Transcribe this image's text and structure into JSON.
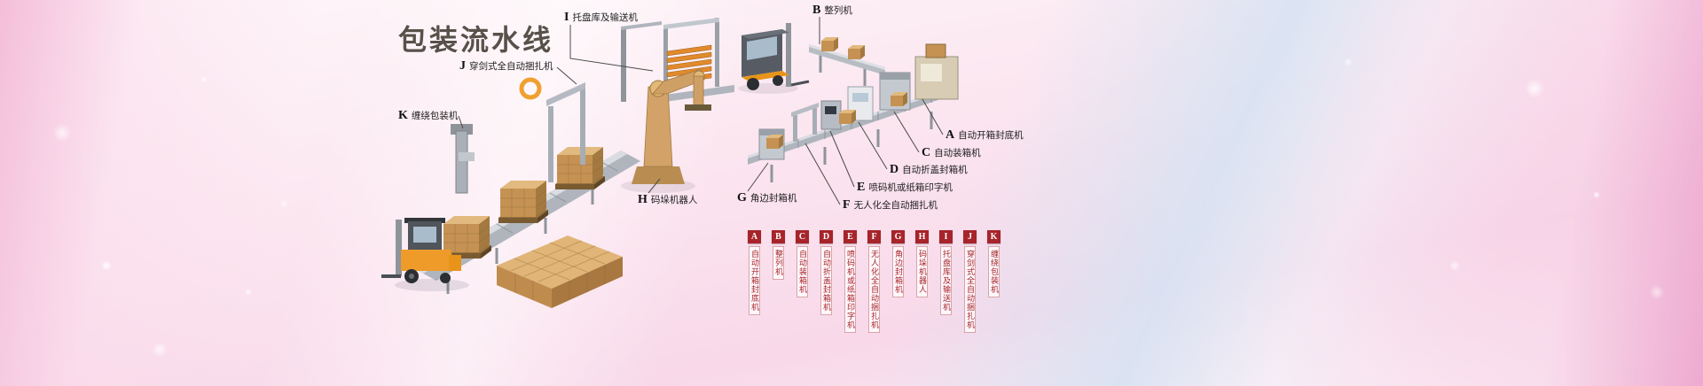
{
  "banner": {
    "title": "包装流水线"
  },
  "callouts": [
    {
      "letter": "A",
      "label": "自动开箱封底机"
    },
    {
      "letter": "B",
      "label": "整列机"
    },
    {
      "letter": "C",
      "label": "自动装箱机"
    },
    {
      "letter": "D",
      "label": "自动折盖封箱机"
    },
    {
      "letter": "E",
      "label": "喷码机或纸箱印字机"
    },
    {
      "letter": "F",
      "label": "无人化全自动捆扎机"
    },
    {
      "letter": "G",
      "label": "角边封箱机"
    },
    {
      "letter": "H",
      "label": "码垛机器人"
    },
    {
      "letter": "I",
      "label": "托盘库及输送机"
    },
    {
      "letter": "J",
      "label": "穿剑式全自动捆扎机"
    },
    {
      "letter": "K",
      "label": "缠绕包装机"
    }
  ],
  "legend": {
    "badge_color": "#a6242a",
    "items": [
      {
        "letter": "A",
        "label": "自动开箱封底机"
      },
      {
        "letter": "B",
        "label": "整列机"
      },
      {
        "letter": "C",
        "label": "自动装箱机"
      },
      {
        "letter": "D",
        "label": "自动折盖封箱机"
      },
      {
        "letter": "E",
        "label": "喷码机或纸箱印字机"
      },
      {
        "letter": "F",
        "label": "无人化全自动捆扎机"
      },
      {
        "letter": "G",
        "label": "角边封箱机"
      },
      {
        "letter": "H",
        "label": "码垛机器人"
      },
      {
        "letter": "I",
        "label": "托盘库及输送机"
      },
      {
        "letter": "J",
        "label": "穿剑式全自动捆扎机"
      },
      {
        "letter": "K",
        "label": "缠绕包装机"
      }
    ]
  }
}
